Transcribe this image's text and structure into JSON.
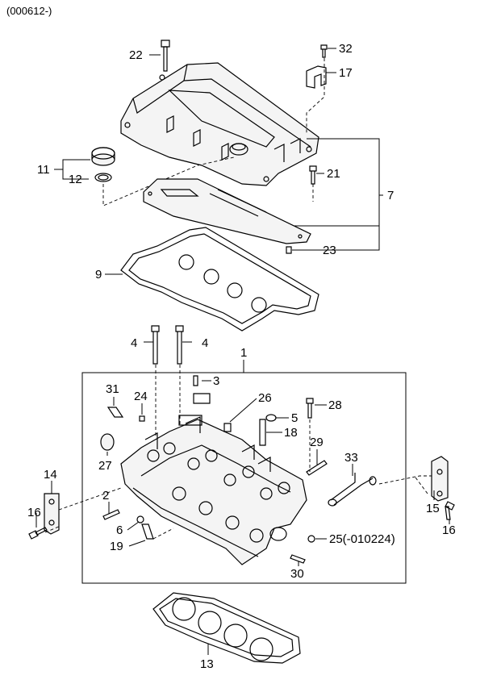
{
  "header": {
    "code": "(000612-)"
  },
  "callouts": {
    "c1": "1",
    "c2": "2",
    "c3": "3",
    "c4a": "4",
    "c4b": "4",
    "c5": "5",
    "c6": "6",
    "c7": "7",
    "c9": "9",
    "c11": "11",
    "c12": "12",
    "c13": "13",
    "c14": "14",
    "c15": "15",
    "c16a": "16",
    "c16b": "16",
    "c17": "17",
    "c18": "18",
    "c19": "19",
    "c21": "21",
    "c22": "22",
    "c23": "23",
    "c24": "24",
    "c25": "25(-010224)",
    "c26": "26",
    "c27": "27",
    "c28": "28",
    "c29": "29",
    "c30": "30",
    "c31": "31",
    "c32": "32",
    "c33": "33"
  }
}
